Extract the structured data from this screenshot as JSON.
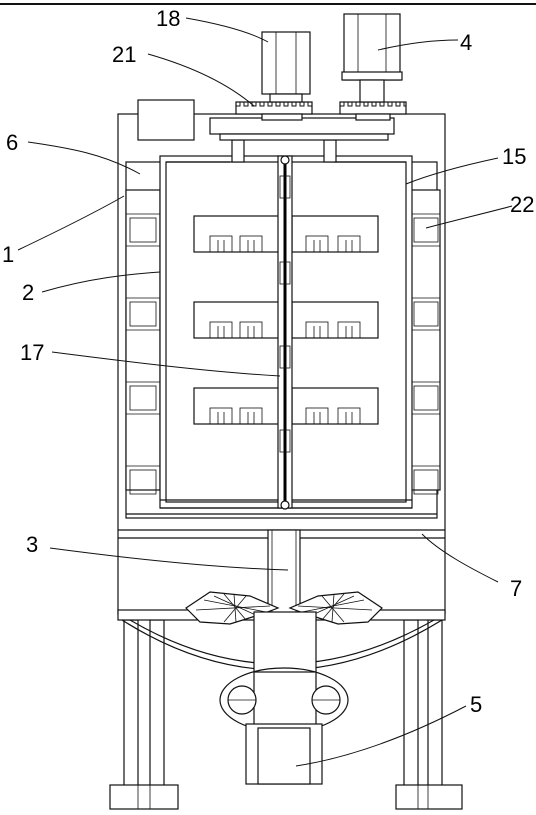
{
  "diagram": {
    "labels": {
      "l1": "1",
      "l2": "2",
      "l3": "3",
      "l4": "4",
      "l5": "5",
      "l6": "6",
      "l7": "7",
      "l15": "15",
      "l17": "17",
      "l18": "18",
      "l21": "21",
      "l22": "22"
    }
  }
}
